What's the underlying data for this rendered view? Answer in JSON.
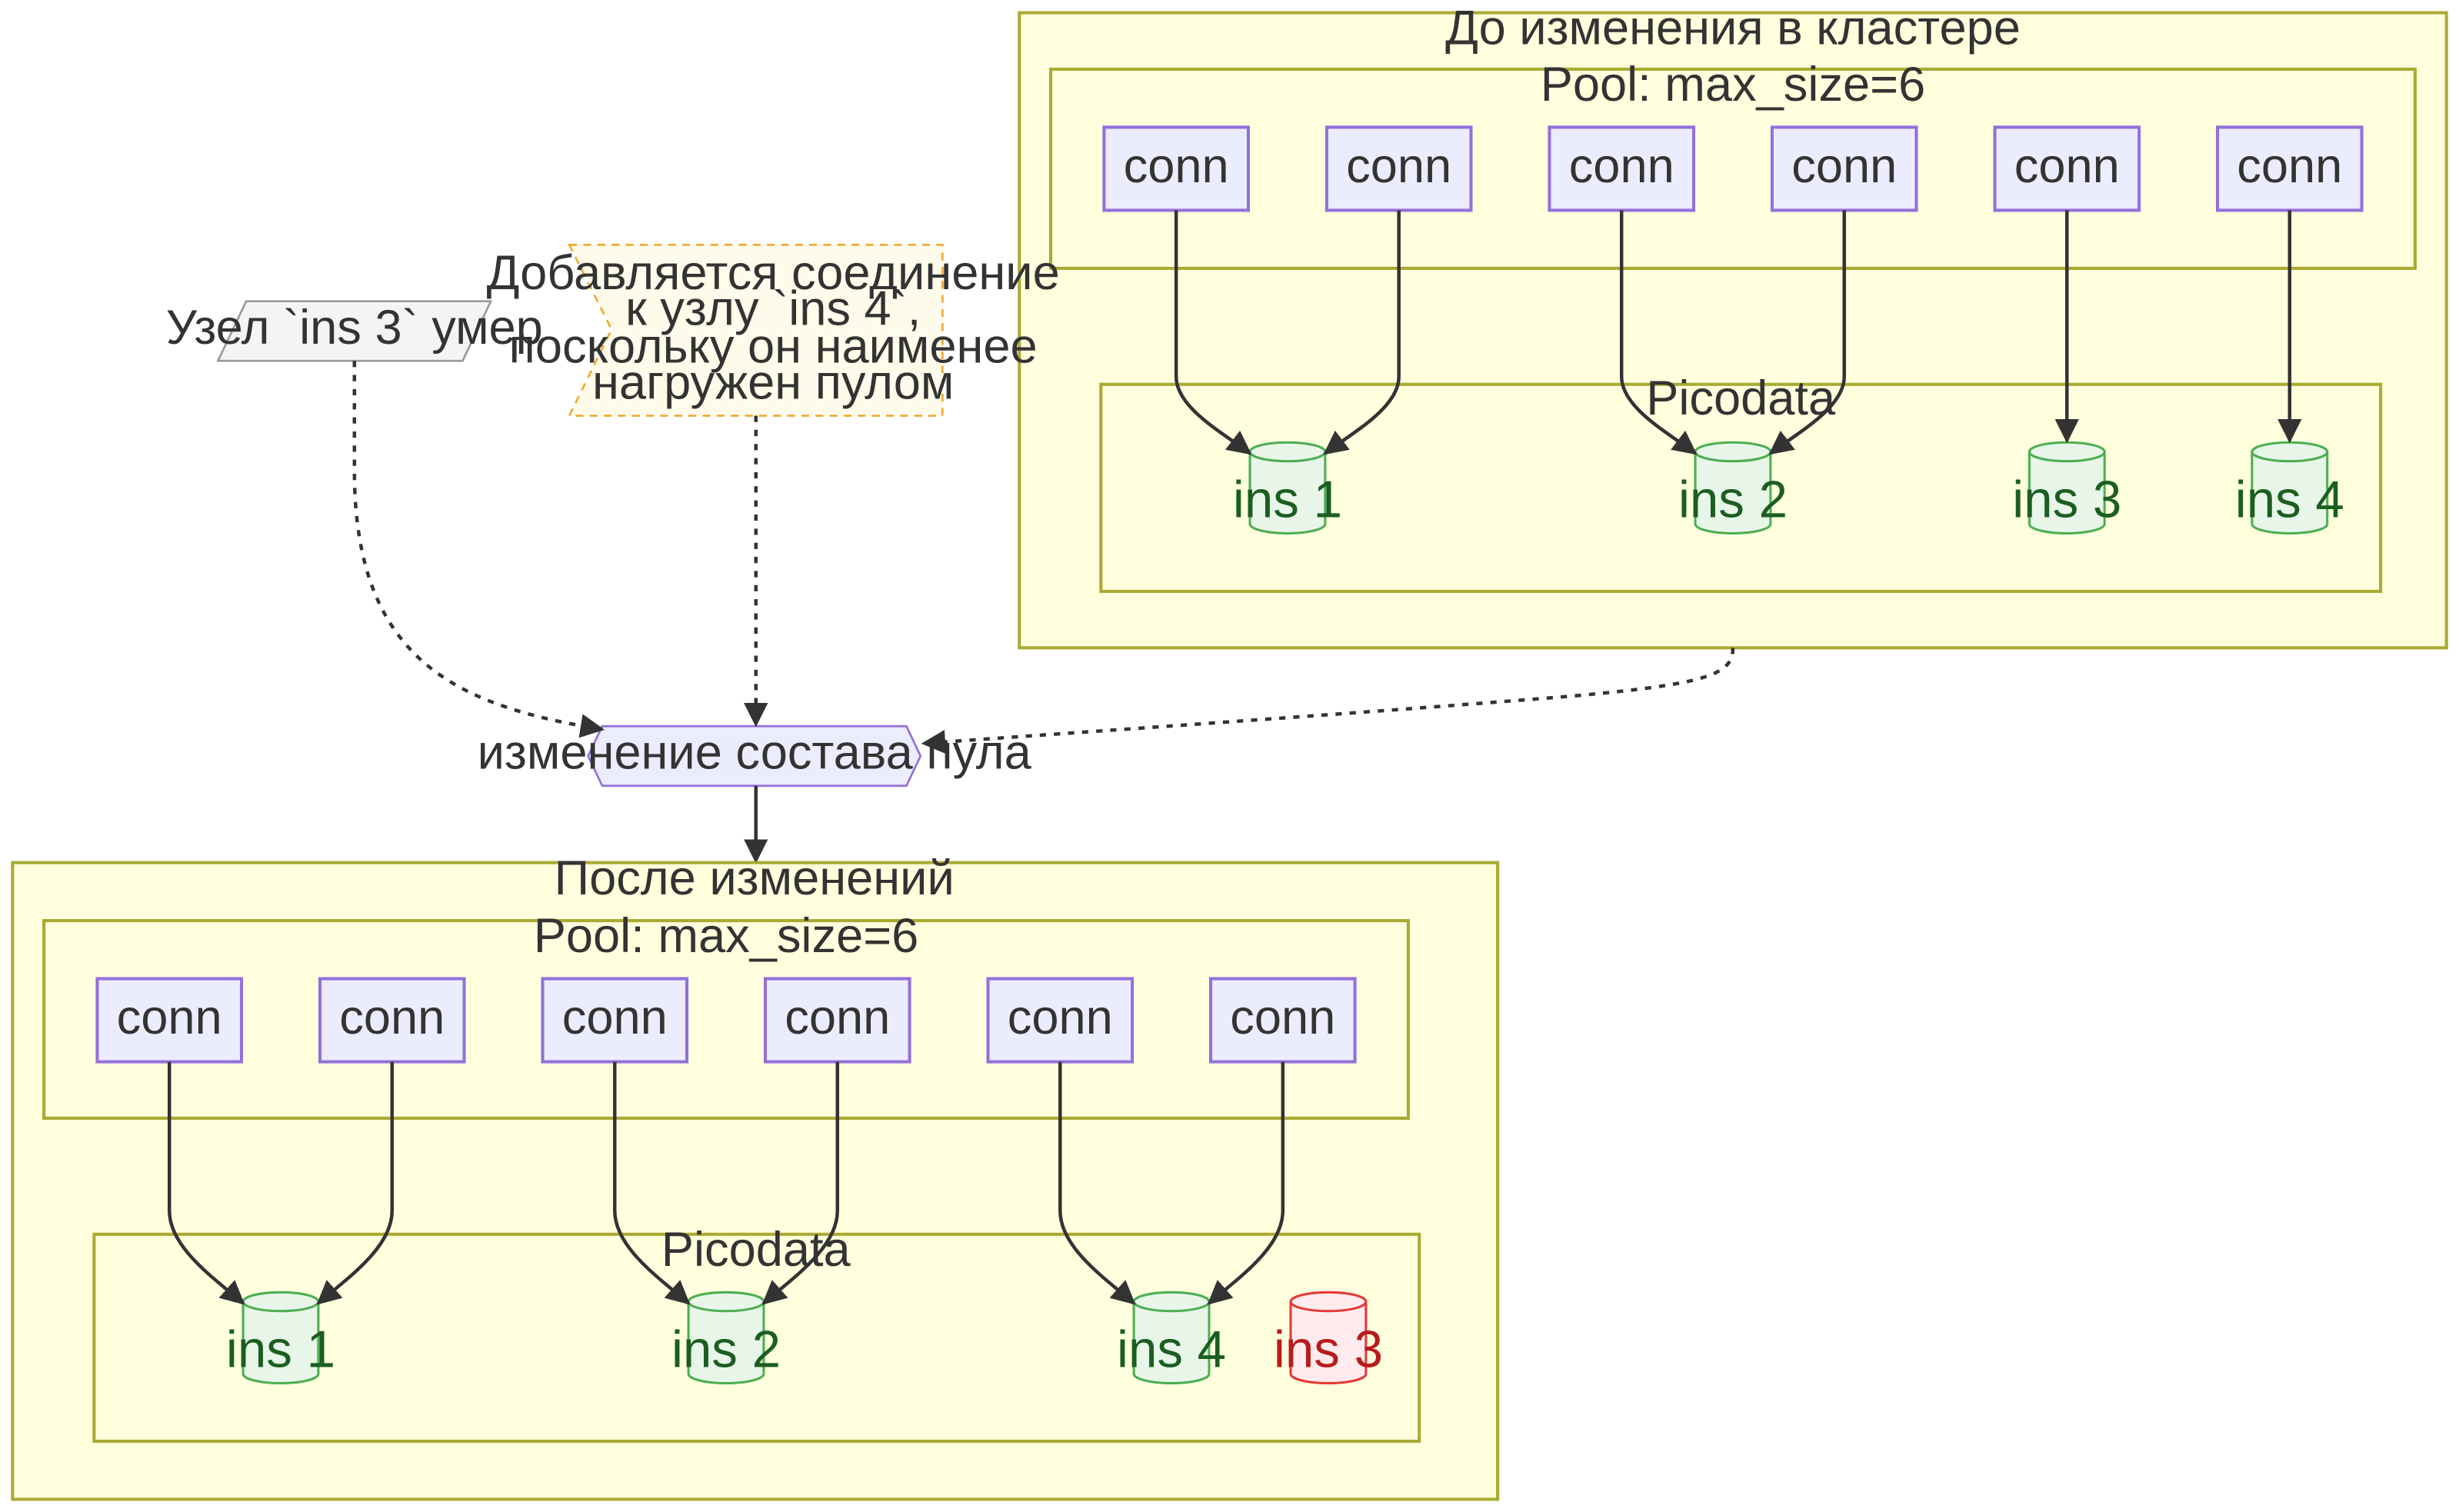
{
  "before_cluster": {
    "title": "До изменения в кластере",
    "pool": {
      "title": "Pool: max_size=6",
      "conns": [
        "conn",
        "conn",
        "conn",
        "conn",
        "conn",
        "conn"
      ]
    },
    "picodata": {
      "title": "Picodata",
      "instances": [
        "ins 1",
        "ins 2",
        "ins 3",
        "ins 4"
      ]
    }
  },
  "after_cluster": {
    "title": "После изменений",
    "pool": {
      "title": "Pool: max_size=6",
      "conns": [
        "conn",
        "conn",
        "conn",
        "conn",
        "conn",
        "conn"
      ]
    },
    "picodata": {
      "title": "Picodata",
      "instances": [
        "ins 1",
        "ins 2",
        "ins 4",
        "ins 3"
      ]
    }
  },
  "event_node": "Узел `ins 3` умер",
  "note_node": [
    "Добавляется соединение",
    "к узлу `ins 4`,",
    "поскольку он наименее",
    "нагружен пулом"
  ],
  "center_node": "изменение состава пула",
  "colors": {
    "cluster_fill": "#ffffde",
    "cluster_stroke": "#aaaa33",
    "conn_fill": "#ececff",
    "conn_stroke": "#9370db",
    "db_ok_fill": "#e8f5e9",
    "db_ok_stroke": "#4caf50",
    "db_dead_fill": "#ffebee",
    "db_dead_stroke": "#e53935",
    "note_fill": "#fffbea",
    "note_stroke": "#f0a830"
  }
}
